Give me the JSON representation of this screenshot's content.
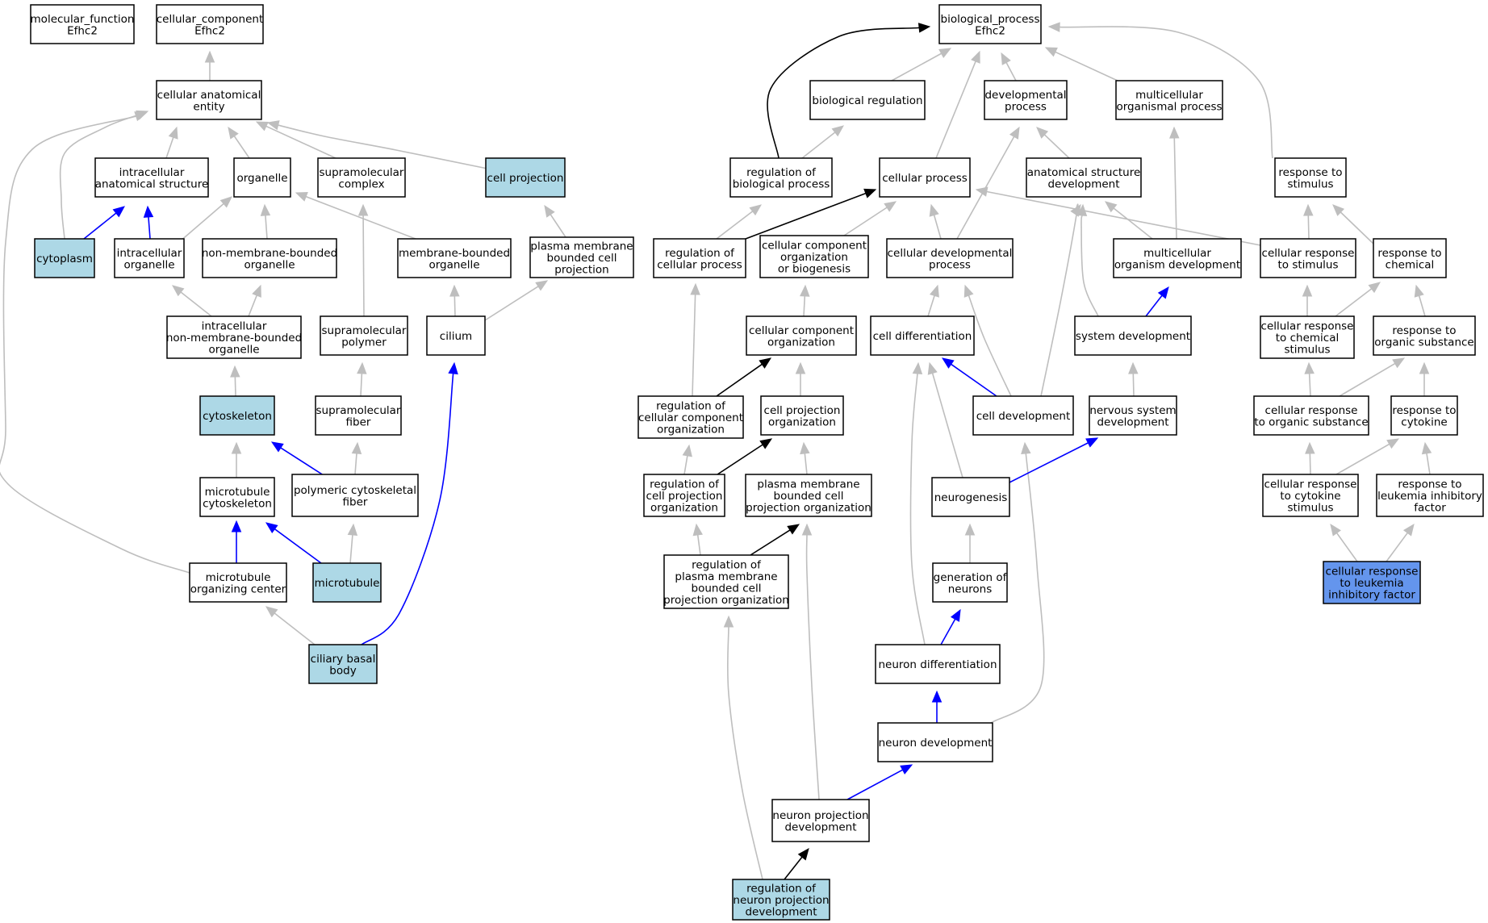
{
  "graph": {
    "colors": {
      "edge_is_a": "#bebebe",
      "edge_part_of": "#0000ff",
      "edge_regulates": "#000000",
      "node_plain": "#ffffff",
      "node_annotated": "#add8e6",
      "node_query": "#6495ed"
    },
    "nodes": [
      {
        "id": "mf",
        "label": [
          "molecular_function",
          "Efhc2"
        ],
        "fill": "plain"
      },
      {
        "id": "cc",
        "label": [
          "cellular_component",
          "Efhc2"
        ],
        "fill": "plain"
      },
      {
        "id": "bp",
        "label": [
          "biological_process",
          "Efhc2"
        ],
        "fill": "plain"
      },
      {
        "id": "cae",
        "label": [
          "cellular anatomical",
          "entity"
        ],
        "fill": "plain"
      },
      {
        "id": "ias",
        "label": [
          "intracellular",
          "anatomical structure"
        ],
        "fill": "plain"
      },
      {
        "id": "organelle",
        "label": [
          "organelle"
        ],
        "fill": "plain"
      },
      {
        "id": "smc",
        "label": [
          "supramolecular",
          "complex"
        ],
        "fill": "plain"
      },
      {
        "id": "cellproj",
        "label": [
          "cell projection"
        ],
        "fill": "annotated"
      },
      {
        "id": "cytoplasm",
        "label": [
          "cytoplasm"
        ],
        "fill": "annotated"
      },
      {
        "id": "io",
        "label": [
          "intracellular",
          "organelle"
        ],
        "fill": "plain"
      },
      {
        "id": "nmbo",
        "label": [
          "non-membrane-bounded",
          "organelle"
        ],
        "fill": "plain"
      },
      {
        "id": "mbo",
        "label": [
          "membrane-bounded",
          "organelle"
        ],
        "fill": "plain"
      },
      {
        "id": "pmbcp",
        "label": [
          "plasma membrane",
          "bounded cell",
          "projection"
        ],
        "fill": "plain"
      },
      {
        "id": "inmbo",
        "label": [
          "intracellular",
          "non-membrane-bounded",
          "organelle"
        ],
        "fill": "plain"
      },
      {
        "id": "smp",
        "label": [
          "supramolecular",
          "polymer"
        ],
        "fill": "plain"
      },
      {
        "id": "cilium",
        "label": [
          "cilium"
        ],
        "fill": "plain"
      },
      {
        "id": "cytoskeleton",
        "label": [
          "cytoskeleton"
        ],
        "fill": "annotated"
      },
      {
        "id": "smf",
        "label": [
          "supramolecular",
          "fiber"
        ],
        "fill": "plain"
      },
      {
        "id": "mtcs",
        "label": [
          "microtubule",
          "cytoskeleton"
        ],
        "fill": "plain"
      },
      {
        "id": "pcf",
        "label": [
          "polymeric cytoskeletal",
          "fiber"
        ],
        "fill": "plain"
      },
      {
        "id": "mtoc",
        "label": [
          "microtubule",
          "organizing center"
        ],
        "fill": "plain"
      },
      {
        "id": "microtubule",
        "label": [
          "microtubule"
        ],
        "fill": "annotated"
      },
      {
        "id": "cbb",
        "label": [
          "ciliary basal",
          "body"
        ],
        "fill": "annotated"
      },
      {
        "id": "bioreg",
        "label": [
          "biological regulation"
        ],
        "fill": "plain"
      },
      {
        "id": "devproc",
        "label": [
          "developmental",
          "process"
        ],
        "fill": "plain"
      },
      {
        "id": "mop",
        "label": [
          "multicellular",
          "organismal process"
        ],
        "fill": "plain"
      },
      {
        "id": "robp",
        "label": [
          "regulation of",
          "biological process"
        ],
        "fill": "plain"
      },
      {
        "id": "cellproc",
        "label": [
          "cellular process"
        ],
        "fill": "plain"
      },
      {
        "id": "asd",
        "label": [
          "anatomical structure",
          "development"
        ],
        "fill": "plain"
      },
      {
        "id": "rts",
        "label": [
          "response to",
          "stimulus"
        ],
        "fill": "plain"
      },
      {
        "id": "rocp",
        "label": [
          "regulation of",
          "cellular process"
        ],
        "fill": "plain"
      },
      {
        "id": "ccob",
        "label": [
          "cellular component",
          "organization",
          "or biogenesis"
        ],
        "fill": "plain"
      },
      {
        "id": "cdp",
        "label": [
          "cellular developmental",
          "process"
        ],
        "fill": "plain"
      },
      {
        "id": "mod",
        "label": [
          "multicellular",
          "organism development"
        ],
        "fill": "plain"
      },
      {
        "id": "crts",
        "label": [
          "cellular response",
          "to stimulus"
        ],
        "fill": "plain"
      },
      {
        "id": "rtc",
        "label": [
          "response to",
          "chemical"
        ],
        "fill": "plain"
      },
      {
        "id": "cco",
        "label": [
          "cellular component",
          "organization"
        ],
        "fill": "plain"
      },
      {
        "id": "celldiff",
        "label": [
          "cell differentiation"
        ],
        "fill": "plain"
      },
      {
        "id": "sysdev",
        "label": [
          "system development"
        ],
        "fill": "plain"
      },
      {
        "id": "crtcs",
        "label": [
          "cellular response",
          "to chemical",
          "stimulus"
        ],
        "fill": "plain"
      },
      {
        "id": "rtos",
        "label": [
          "response to",
          "organic substance"
        ],
        "fill": "plain"
      },
      {
        "id": "roccorg",
        "label": [
          "regulation of",
          "cellular component",
          "organization"
        ],
        "fill": "plain"
      },
      {
        "id": "cpo",
        "label": [
          "cell projection",
          "organization"
        ],
        "fill": "plain"
      },
      {
        "id": "celldev",
        "label": [
          "cell development"
        ],
        "fill": "plain"
      },
      {
        "id": "nsd",
        "label": [
          "nervous system",
          "development"
        ],
        "fill": "plain"
      },
      {
        "id": "crtos",
        "label": [
          "cellular response",
          "to organic substance"
        ],
        "fill": "plain"
      },
      {
        "id": "rtcyt",
        "label": [
          "response to",
          "cytokine"
        ],
        "fill": "plain"
      },
      {
        "id": "rocpo",
        "label": [
          "regulation of",
          "cell projection",
          "organization"
        ],
        "fill": "plain"
      },
      {
        "id": "pmbcpo",
        "label": [
          "plasma membrane",
          "bounded cell",
          "projection organization"
        ],
        "fill": "plain"
      },
      {
        "id": "neurogenesis",
        "label": [
          "neurogenesis"
        ],
        "fill": "plain"
      },
      {
        "id": "crtcyt",
        "label": [
          "cellular response",
          "to cytokine",
          "stimulus"
        ],
        "fill": "plain"
      },
      {
        "id": "rtlif",
        "label": [
          "response to",
          "leukemia inhibitory",
          "factor"
        ],
        "fill": "plain"
      },
      {
        "id": "ropmbcpo",
        "label": [
          "regulation of",
          "plasma membrane",
          "bounded cell",
          "projection organization"
        ],
        "fill": "plain"
      },
      {
        "id": "gon",
        "label": [
          "generation of",
          "neurons"
        ],
        "fill": "plain"
      },
      {
        "id": "crtlif",
        "label": [
          "cellular response",
          "to leukemia",
          "inhibitory factor"
        ],
        "fill": "query"
      },
      {
        "id": "neurodiff",
        "label": [
          "neuron differentiation"
        ],
        "fill": "plain"
      },
      {
        "id": "neurodev",
        "label": [
          "neuron development"
        ],
        "fill": "plain"
      },
      {
        "id": "npd",
        "label": [
          "neuron projection",
          "development"
        ],
        "fill": "plain"
      },
      {
        "id": "ronpd",
        "label": [
          "regulation of",
          "neuron projection",
          "development"
        ],
        "fill": "annotated"
      }
    ],
    "edges": [
      {
        "from": "cae",
        "to": "cc",
        "type": "is_a"
      },
      {
        "from": "ias",
        "to": "cae",
        "type": "is_a"
      },
      {
        "from": "organelle",
        "to": "cae",
        "type": "is_a"
      },
      {
        "from": "smc",
        "to": "cae",
        "type": "is_a"
      },
      {
        "from": "cellproj",
        "to": "cae",
        "type": "is_a"
      },
      {
        "from": "cytoplasm",
        "to": "cae",
        "type": "is_a"
      },
      {
        "from": "mtoc",
        "to": "cae",
        "type": "is_a"
      },
      {
        "from": "cytoplasm",
        "to": "ias",
        "type": "part_of"
      },
      {
        "from": "io",
        "to": "ias",
        "type": "part_of"
      },
      {
        "from": "io",
        "to": "organelle",
        "type": "is_a"
      },
      {
        "from": "nmbo",
        "to": "organelle",
        "type": "is_a"
      },
      {
        "from": "mbo",
        "to": "organelle",
        "type": "is_a"
      },
      {
        "from": "pmbcp",
        "to": "cellproj",
        "type": "is_a"
      },
      {
        "from": "inmbo",
        "to": "io",
        "type": "is_a"
      },
      {
        "from": "inmbo",
        "to": "nmbo",
        "type": "is_a"
      },
      {
        "from": "smp",
        "to": "smc",
        "type": "is_a"
      },
      {
        "from": "cilium",
        "to": "mbo",
        "type": "is_a"
      },
      {
        "from": "cilium",
        "to": "pmbcp",
        "type": "is_a"
      },
      {
        "from": "cytoskeleton",
        "to": "inmbo",
        "type": "is_a"
      },
      {
        "from": "smf",
        "to": "smp",
        "type": "is_a"
      },
      {
        "from": "mtcs",
        "to": "cytoskeleton",
        "type": "is_a"
      },
      {
        "from": "pcf",
        "to": "cytoskeleton",
        "type": "part_of"
      },
      {
        "from": "pcf",
        "to": "smf",
        "type": "is_a"
      },
      {
        "from": "mtoc",
        "to": "mtcs",
        "type": "part_of"
      },
      {
        "from": "microtubule",
        "to": "mtcs",
        "type": "part_of"
      },
      {
        "from": "microtubule",
        "to": "pcf",
        "type": "is_a"
      },
      {
        "from": "cbb",
        "to": "mtoc",
        "type": "is_a"
      },
      {
        "from": "cbb",
        "to": "cilium",
        "type": "part_of"
      },
      {
        "from": "bioreg",
        "to": "bp",
        "type": "is_a"
      },
      {
        "from": "devproc",
        "to": "bp",
        "type": "is_a"
      },
      {
        "from": "mop",
        "to": "bp",
        "type": "is_a"
      },
      {
        "from": "robp",
        "to": "bp",
        "type": "regulates"
      },
      {
        "from": "cellproc",
        "to": "bp",
        "type": "is_a"
      },
      {
        "from": "rts",
        "to": "bp",
        "type": "is_a"
      },
      {
        "from": "robp",
        "to": "bioreg",
        "type": "is_a"
      },
      {
        "from": "asd",
        "to": "devproc",
        "type": "is_a"
      },
      {
        "from": "cdp",
        "to": "devproc",
        "type": "is_a"
      },
      {
        "from": "mod",
        "to": "mop",
        "type": "is_a"
      },
      {
        "from": "rocp",
        "to": "robp",
        "type": "is_a"
      },
      {
        "from": "rocp",
        "to": "cellproc",
        "type": "regulates"
      },
      {
        "from": "ccob",
        "to": "cellproc",
        "type": "is_a"
      },
      {
        "from": "cdp",
        "to": "cellproc",
        "type": "is_a"
      },
      {
        "from": "crts",
        "to": "cellproc",
        "type": "is_a"
      },
      {
        "from": "mod",
        "to": "asd",
        "type": "is_a"
      },
      {
        "from": "sysdev",
        "to": "asd",
        "type": "is_a"
      },
      {
        "from": "celldev",
        "to": "asd",
        "type": "is_a"
      },
      {
        "from": "crts",
        "to": "rts",
        "type": "is_a"
      },
      {
        "from": "rtc",
        "to": "rts",
        "type": "is_a"
      },
      {
        "from": "roccorg",
        "to": "rocp",
        "type": "is_a"
      },
      {
        "from": "cco",
        "to": "ccob",
        "type": "is_a"
      },
      {
        "from": "celldiff",
        "to": "cdp",
        "type": "is_a"
      },
      {
        "from": "celldev",
        "to": "cdp",
        "type": "is_a"
      },
      {
        "from": "sysdev",
        "to": "mod",
        "type": "part_of"
      },
      {
        "from": "crtcs",
        "to": "crts",
        "type": "is_a"
      },
      {
        "from": "crtcs",
        "to": "rtc",
        "type": "is_a"
      },
      {
        "from": "rtos",
        "to": "rtc",
        "type": "is_a"
      },
      {
        "from": "roccorg",
        "to": "cco",
        "type": "regulates"
      },
      {
        "from": "cpo",
        "to": "cco",
        "type": "is_a"
      },
      {
        "from": "celldev",
        "to": "celldiff",
        "type": "part_of"
      },
      {
        "from": "neurogenesis",
        "to": "celldiff",
        "type": "is_a"
      },
      {
        "from": "neurodiff",
        "to": "celldiff",
        "type": "is_a"
      },
      {
        "from": "nsd",
        "to": "sysdev",
        "type": "is_a"
      },
      {
        "from": "crtos",
        "to": "crtcs",
        "type": "is_a"
      },
      {
        "from": "crtos",
        "to": "rtos",
        "type": "is_a"
      },
      {
        "from": "rtcyt",
        "to": "rtos",
        "type": "is_a"
      },
      {
        "from": "rocpo",
        "to": "roccorg",
        "type": "is_a"
      },
      {
        "from": "rocpo",
        "to": "cpo",
        "type": "regulates"
      },
      {
        "from": "pmbcpo",
        "to": "cpo",
        "type": "is_a"
      },
      {
        "from": "neurodev",
        "to": "celldev",
        "type": "is_a"
      },
      {
        "from": "neurogenesis",
        "to": "nsd",
        "type": "part_of"
      },
      {
        "from": "crtcyt",
        "to": "crtos",
        "type": "is_a"
      },
      {
        "from": "crtcyt",
        "to": "rtcyt",
        "type": "is_a"
      },
      {
        "from": "rtlif",
        "to": "rtcyt",
        "type": "is_a"
      },
      {
        "from": "ropmbcpo",
        "to": "rocpo",
        "type": "is_a"
      },
      {
        "from": "ropmbcpo",
        "to": "pmbcpo",
        "type": "regulates"
      },
      {
        "from": "npd",
        "to": "pmbcpo",
        "type": "is_a"
      },
      {
        "from": "gon",
        "to": "neurogenesis",
        "type": "is_a"
      },
      {
        "from": "crtlif",
        "to": "crtcyt",
        "type": "is_a"
      },
      {
        "from": "crtlif",
        "to": "rtlif",
        "type": "is_a"
      },
      {
        "from": "neurodiff",
        "to": "gon",
        "type": "part_of"
      },
      {
        "from": "neurodev",
        "to": "neurodiff",
        "type": "part_of"
      },
      {
        "from": "npd",
        "to": "neurodev",
        "type": "part_of"
      },
      {
        "from": "ronpd",
        "to": "npd",
        "type": "regulates"
      },
      {
        "from": "ronpd",
        "to": "ropmbcpo",
        "type": "is_a"
      }
    ]
  }
}
